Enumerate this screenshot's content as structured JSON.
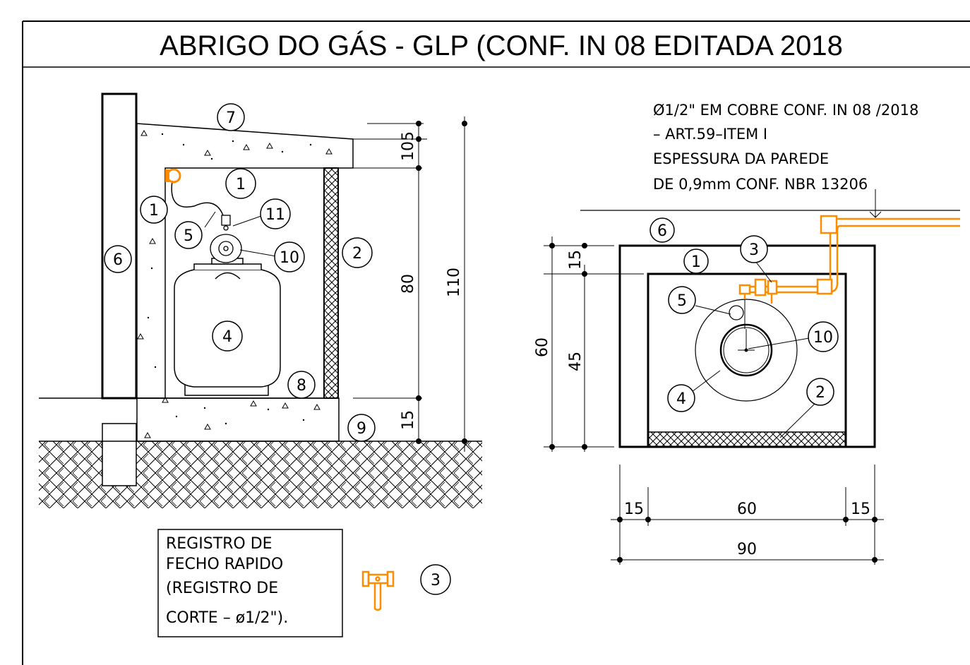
{
  "title": "ABRIGO DO GÁS - GLP (CONF. IN 08 EDITADA 2018",
  "colors": {
    "line": "#000000",
    "pipe": "#ff8c00"
  },
  "section": {
    "callouts": {
      "c1a": "1",
      "c1b": "1",
      "c2": "2",
      "c4": "4",
      "c5": "5",
      "c6": "6",
      "c7": "7",
      "c8": "8",
      "c9": "9",
      "c10": "10",
      "c11": "11"
    },
    "dims": {
      "d105": "105",
      "d80": "80",
      "d15": "15",
      "d110": "110"
    }
  },
  "plan": {
    "note_lines": [
      "Ø1/2\" EM COBRE CONF. IN 08 /2018",
      "– ART.59–ITEM I",
      "ESPESSURA DA PAREDE",
      "DE 0,9mm CONF. NBR 13206"
    ],
    "callouts": {
      "c1": "1",
      "c2": "2",
      "c3": "3",
      "c4": "4",
      "c5": "5",
      "c6": "6",
      "c10": "10"
    },
    "dims": {
      "d15top": "15",
      "d45": "45",
      "d60v": "60",
      "d15l": "15",
      "d60h": "60",
      "d15r": "15",
      "d90": "90"
    }
  },
  "legend": {
    "lines": [
      "REGISTRO DE",
      "FECHO RAPIDO",
      "(REGISTRO DE",
      "CORTE  –  ø1/2\")."
    ],
    "callout": "3"
  }
}
